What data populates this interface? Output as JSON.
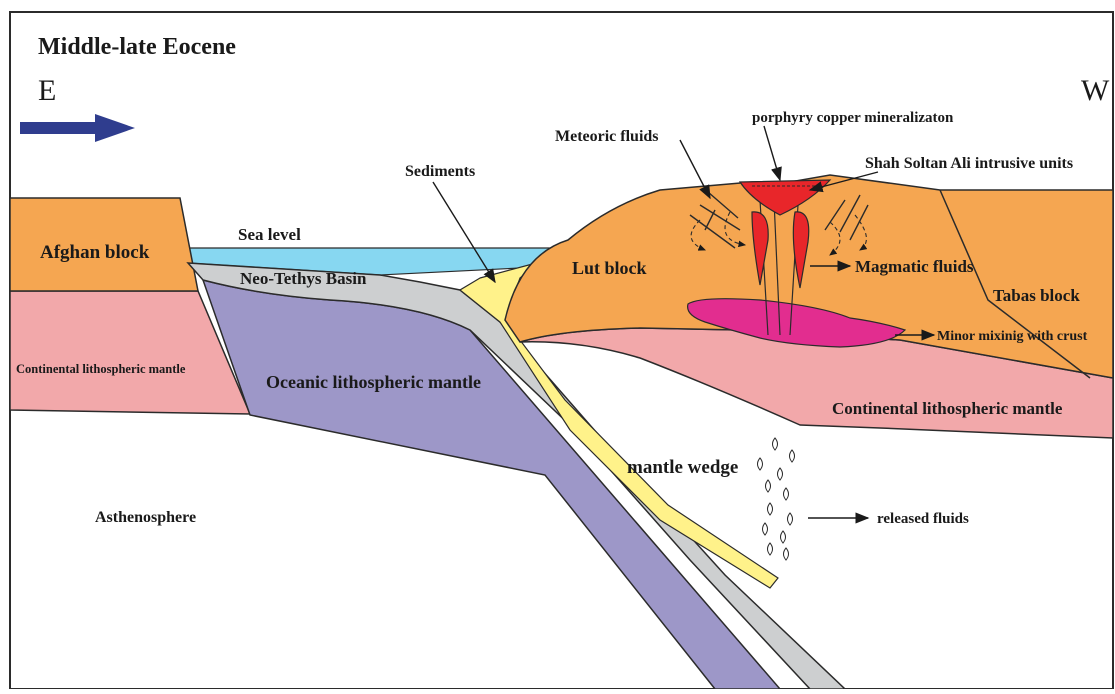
{
  "title": "Middle-late Eocene",
  "direction": {
    "left": "E",
    "right": "W"
  },
  "labels": {
    "sea_level": "Sea level",
    "sediments": "Sediments",
    "meteoric_fluids": "Meteoric fluids",
    "porphyry": "porphyry copper mineralizaton",
    "intrusive_units": "Shah Soltan Ali intrusive units",
    "afghan_block": "Afghan block",
    "neo_tethys": "Neo-Tethys Basin",
    "lut_block": "Lut block",
    "magmatic_fluids": "Magmatic fluids",
    "tabas_block": "Tabas block",
    "minor_mixing": "Minor mixinig with crust",
    "clm_left": "Continental lithospheric mantle",
    "oceanic_mantle": "Oceanic lithospheric mantle",
    "clm_right": "Continental lithospheric mantle",
    "mantle_wedge": "mantle wedge",
    "asthenosphere": "Asthenosphere",
    "released_fluids": "released fluids"
  },
  "colors": {
    "crust_orange": "#f5a651",
    "mantle_pink": "#f2a8aa",
    "oceanic_purple": "#9d97c8",
    "slab_gray": "#cdcfd0",
    "sediment_yellow": "#fff28a",
    "sea_blue": "#87d7f1",
    "intrusion_red": "#e8262a",
    "magma_magenta": "#e22d8f",
    "arrow_blue": "#2f3d8e",
    "outline": "#2b2b2b"
  }
}
